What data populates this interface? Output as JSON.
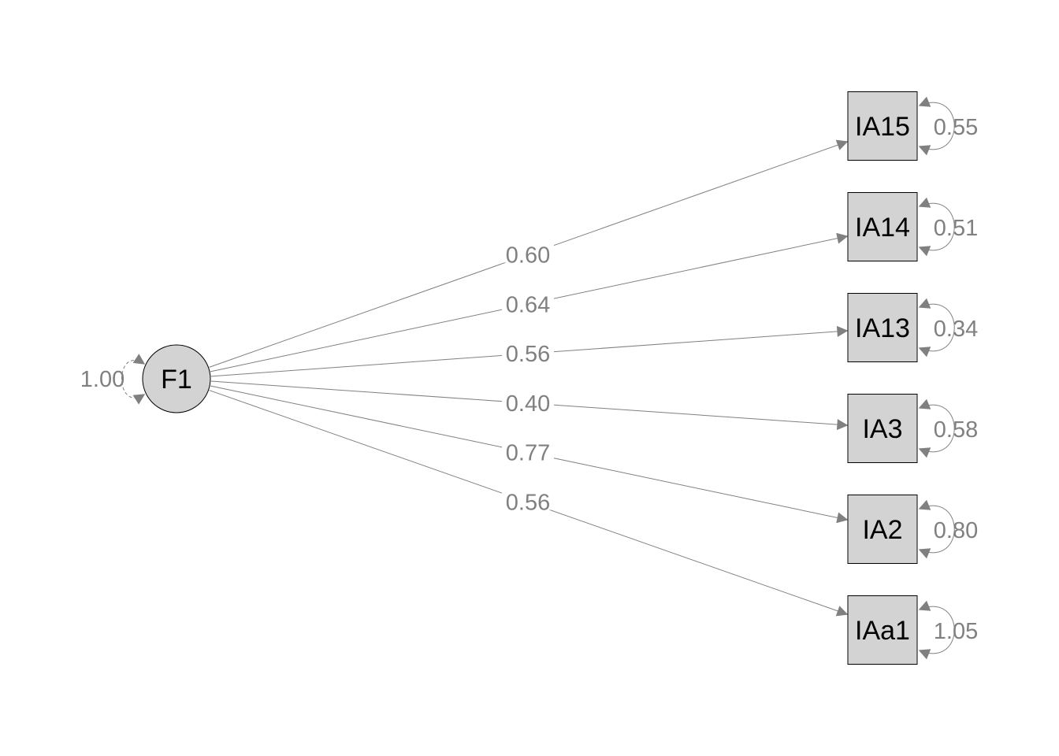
{
  "colors": {
    "node_fill": "#d3d3d3",
    "node_stroke": "#000000",
    "edge": "#808080",
    "label": "#808080",
    "background": "#ffffff"
  },
  "latent": {
    "name": "F1",
    "variance": "1.00"
  },
  "indicators": [
    {
      "name": "IA15",
      "loading": "0.60",
      "residual": "0.55"
    },
    {
      "name": "IA14",
      "loading": "0.64",
      "residual": "0.51"
    },
    {
      "name": "IA13",
      "loading": "0.56",
      "residual": "0.34"
    },
    {
      "name": "IA3",
      "loading": "0.40",
      "residual": "0.58"
    },
    {
      "name": "IA2",
      "loading": "0.77",
      "residual": "0.80"
    },
    {
      "name": "IAa1",
      "loading": "0.56",
      "residual": "1.05"
    }
  ]
}
